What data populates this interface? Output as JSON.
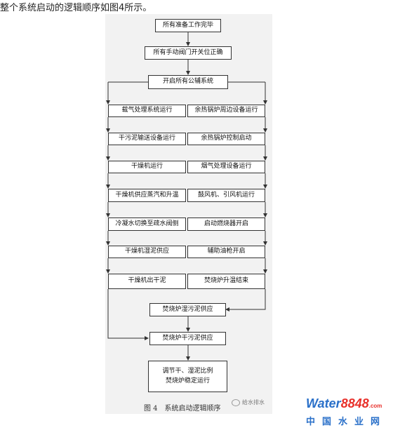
{
  "intro_text": "整个系统启动的逻辑顺序如图4所示。",
  "flow": {
    "prep_done": "所有准备工作完毕",
    "valves_ok": "所有手动阀门开关位正确",
    "aux_on": "开启所有公辅系统",
    "left": [
      "载气处理系统运行",
      "干污泥输送设备运行",
      "干燥机运行",
      "干燥机供应蒸汽和升温",
      "冷凝水切换至疏水阀侧",
      "干燥机湿泥供应",
      "干燥机出干泥"
    ],
    "right": [
      "余热锅炉周边设备运行",
      "余热锅炉控制启动",
      "烟气处理设备运行",
      "鼓风机、引风机运行",
      "启动燃烧器开启",
      "辅助油枪开启",
      "焚烧炉升温结束"
    ],
    "wet_sludge": "焚烧炉湿污泥供应",
    "dry_sludge": "焚烧炉干污泥供应",
    "final": [
      "调节干、湿泥比例",
      "焚烧炉稳定运行"
    ]
  },
  "caption": {
    "number": "图 4",
    "title": "系统启动逻辑顺序"
  },
  "wechat_label": "给水排水",
  "logo": {
    "text_a": "Water",
    "text_b": "8848",
    "suffix": ".com",
    "cn": "中国水业网"
  },
  "colors": {
    "panel_bg": "#f2f2f2",
    "line": "#333333",
    "logo_blue": "#2a70c9",
    "logo_red": "#e8302a"
  }
}
